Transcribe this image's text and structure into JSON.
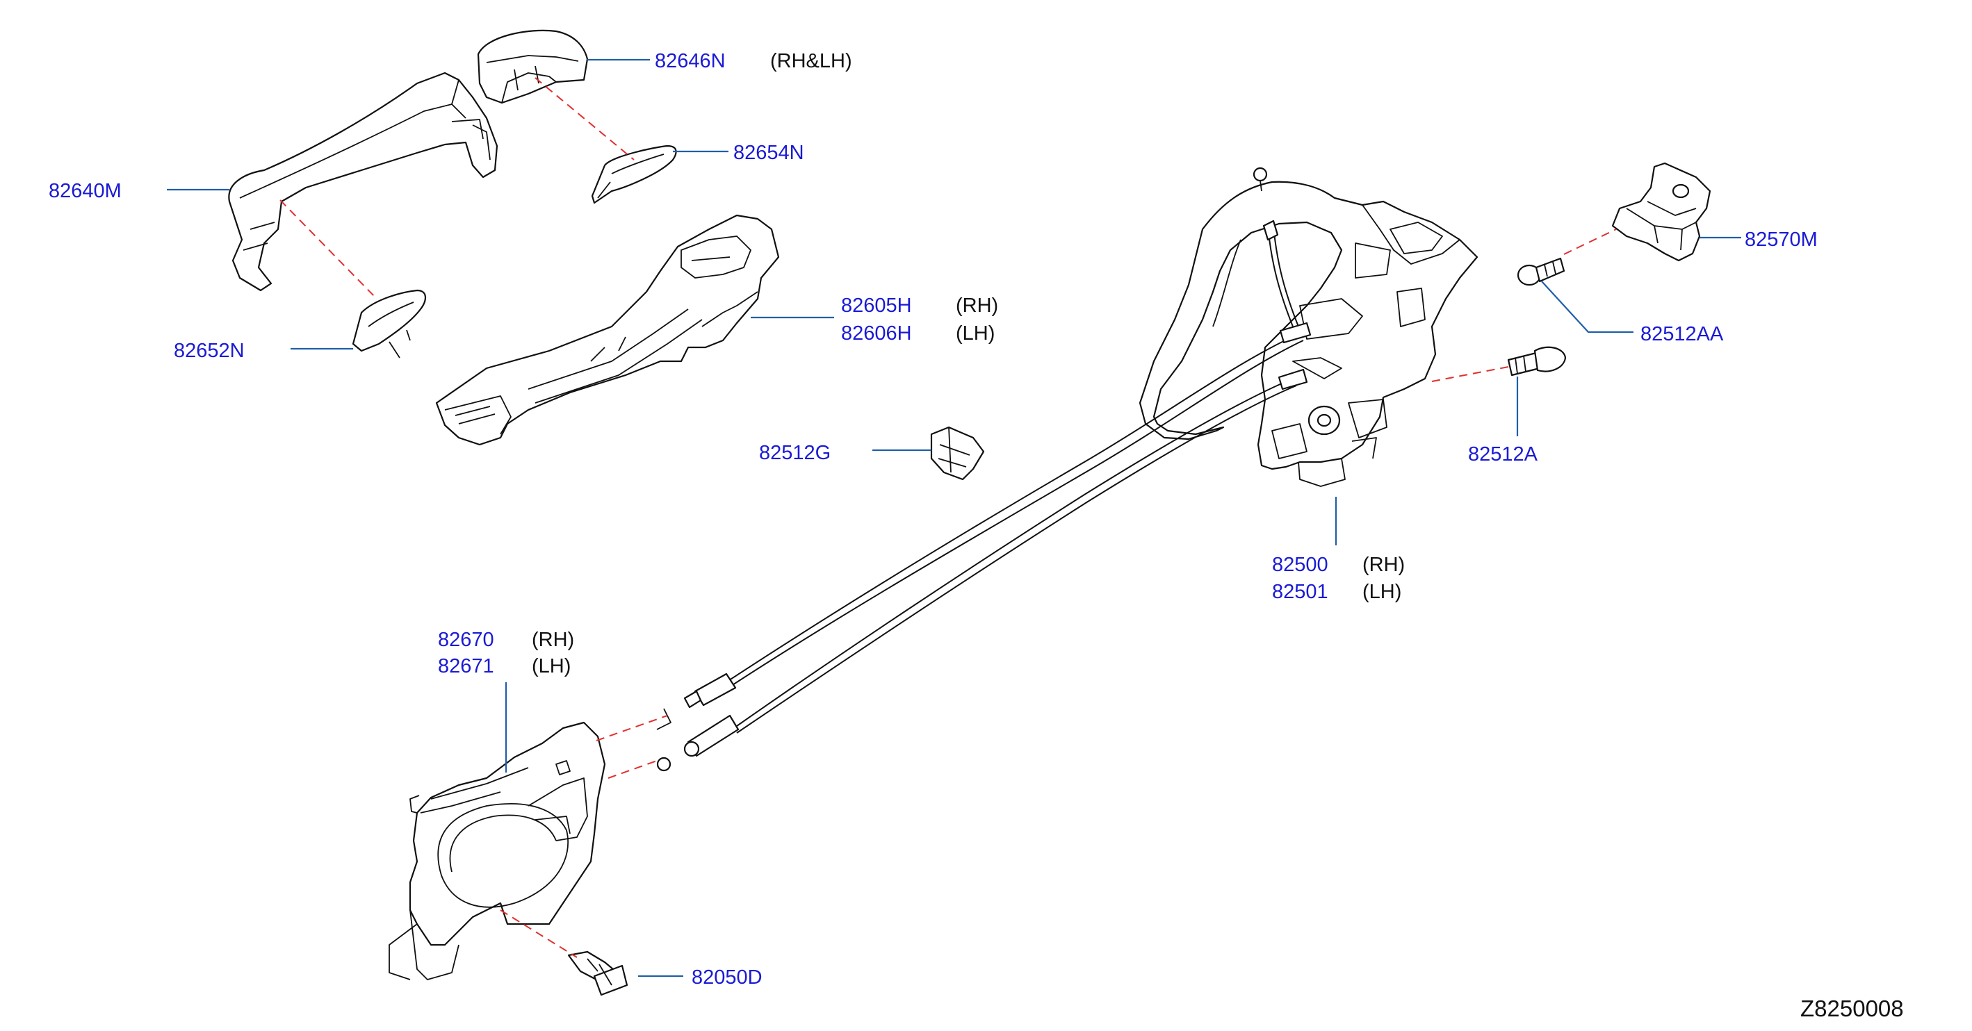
{
  "diagram": {
    "id": "Z8250008",
    "colors": {
      "part_number": "#1a1ad6",
      "leader_line": "#1f5fa8",
      "assembly_dash": "#e03030",
      "outline": "#111111"
    },
    "parts": {
      "p82646N": {
        "number": "82646N",
        "note": "(RH&LH)"
      },
      "p82654N": {
        "number": "82654N"
      },
      "p82640M": {
        "number": "82640M"
      },
      "p82652N": {
        "number": "82652N"
      },
      "p82605H": {
        "number": "82605H",
        "note": "(RH)"
      },
      "p82606H": {
        "number": "82606H",
        "note": "(LH)"
      },
      "p82512G": {
        "number": "82512G"
      },
      "p82570M": {
        "number": "82570M"
      },
      "p82512AA": {
        "number": "82512AA"
      },
      "p82512A": {
        "number": "82512A"
      },
      "p82500": {
        "number": "82500",
        "note": "(RH)"
      },
      "p82501": {
        "number": "82501",
        "note": "(LH)"
      },
      "p82670": {
        "number": "82670",
        "note": "(RH)"
      },
      "p82671": {
        "number": "82671",
        "note": "(LH)"
      },
      "p82050D": {
        "number": "82050D"
      }
    }
  }
}
